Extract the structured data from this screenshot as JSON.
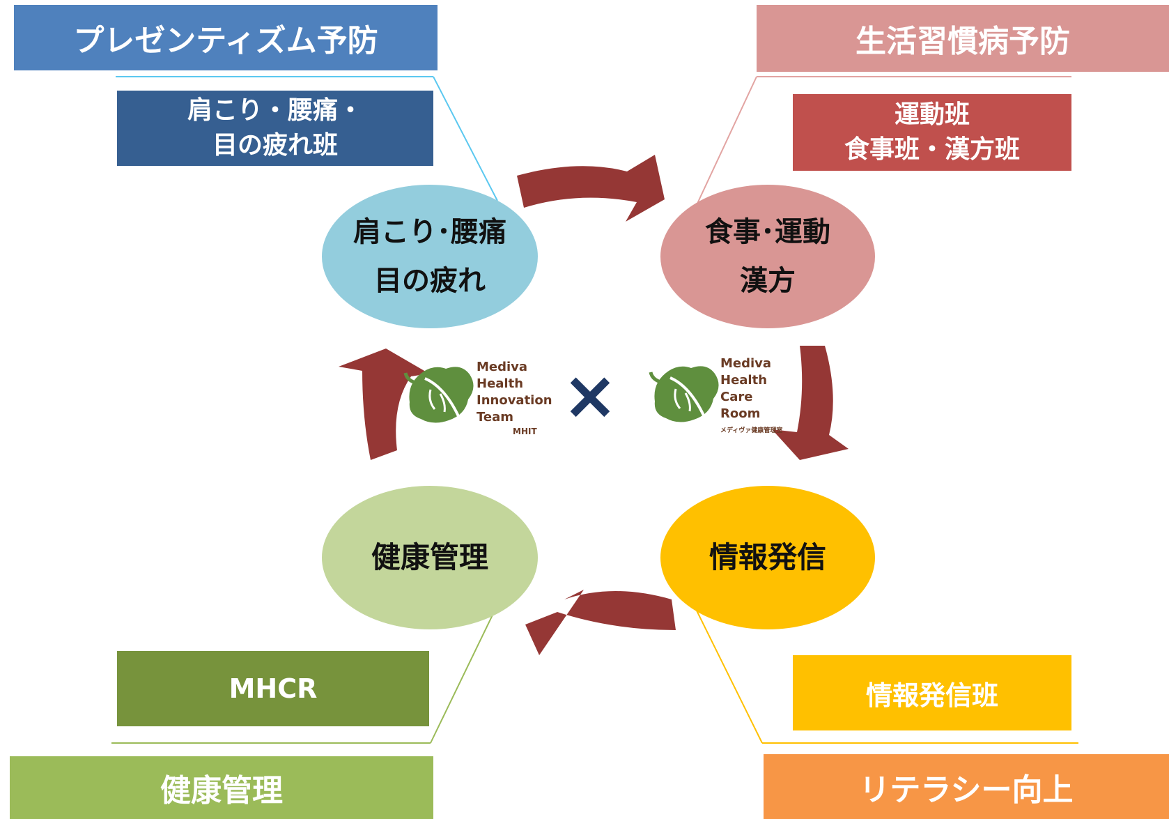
{
  "top_left": {
    "title": "プレゼンティズム予防",
    "team": "肩こり・腰痛・\n目の疲れ班",
    "circle": "肩こり･腰痛\n目の疲れ"
  },
  "top_right": {
    "title": "生活習慣病予防",
    "team": "運動班\n食事班・漢方班",
    "circle": "食事･運動\n漢方"
  },
  "bottom_left": {
    "title": "健康管理",
    "team": "MHCR",
    "circle": "健康管理"
  },
  "bottom_right": {
    "title": "リテラシー向上",
    "team": "情報発信班",
    "circle": "情報発信"
  },
  "center": {
    "cross": "×",
    "logo_left": {
      "lines": [
        "Mediva",
        "Health",
        "Innovation",
        "Team"
      ],
      "abbr": "MHIT"
    },
    "logo_right": {
      "lines": [
        "Mediva",
        "Health",
        "Care",
        "Room"
      ],
      "sub": "メディヴァ健康管理室"
    }
  },
  "colors": {
    "blue_title": "#4f81bd",
    "blue_team": "#365f91",
    "blue_circle": "#93cddd",
    "pink_title": "#d99694",
    "pink_team": "#c0504d",
    "pink_circle": "#d99694",
    "green_title": "#9bbb59",
    "green_team": "#77933c",
    "green_circle": "#c3d69b",
    "orange_title": "#f79646",
    "yellow_team": "#ffc000",
    "yellow_circle": "#ffc000",
    "arrow": "#953735",
    "cross": "#1f3864",
    "leaf": "#5f8f3e"
  }
}
